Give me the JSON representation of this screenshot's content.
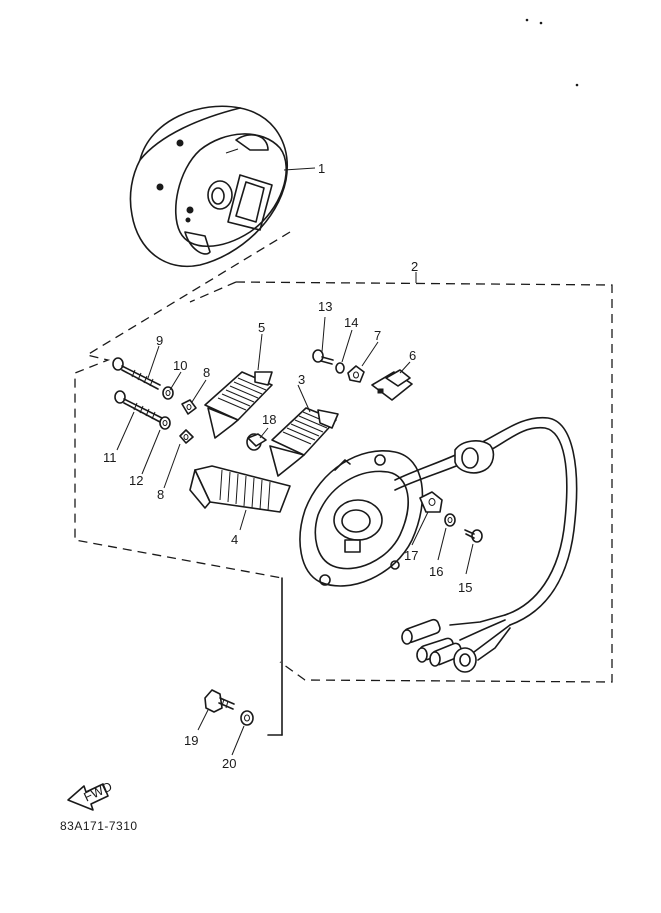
{
  "diagram": {
    "drawing_code": "83A171-7310",
    "direction_marker": "FWD",
    "callouts": {
      "p1": "1",
      "p2": "2",
      "p3": "3",
      "p4": "4",
      "p5": "5",
      "p6": "6",
      "p7": "7",
      "p8a": "8",
      "p8b": "8",
      "p9": "9",
      "p10": "10",
      "p11": "11",
      "p12": "12",
      "p13": "13",
      "p14": "14",
      "p15": "15",
      "p16": "16",
      "p17": "17",
      "p18": "18",
      "p19": "19",
      "p20": "20"
    }
  }
}
